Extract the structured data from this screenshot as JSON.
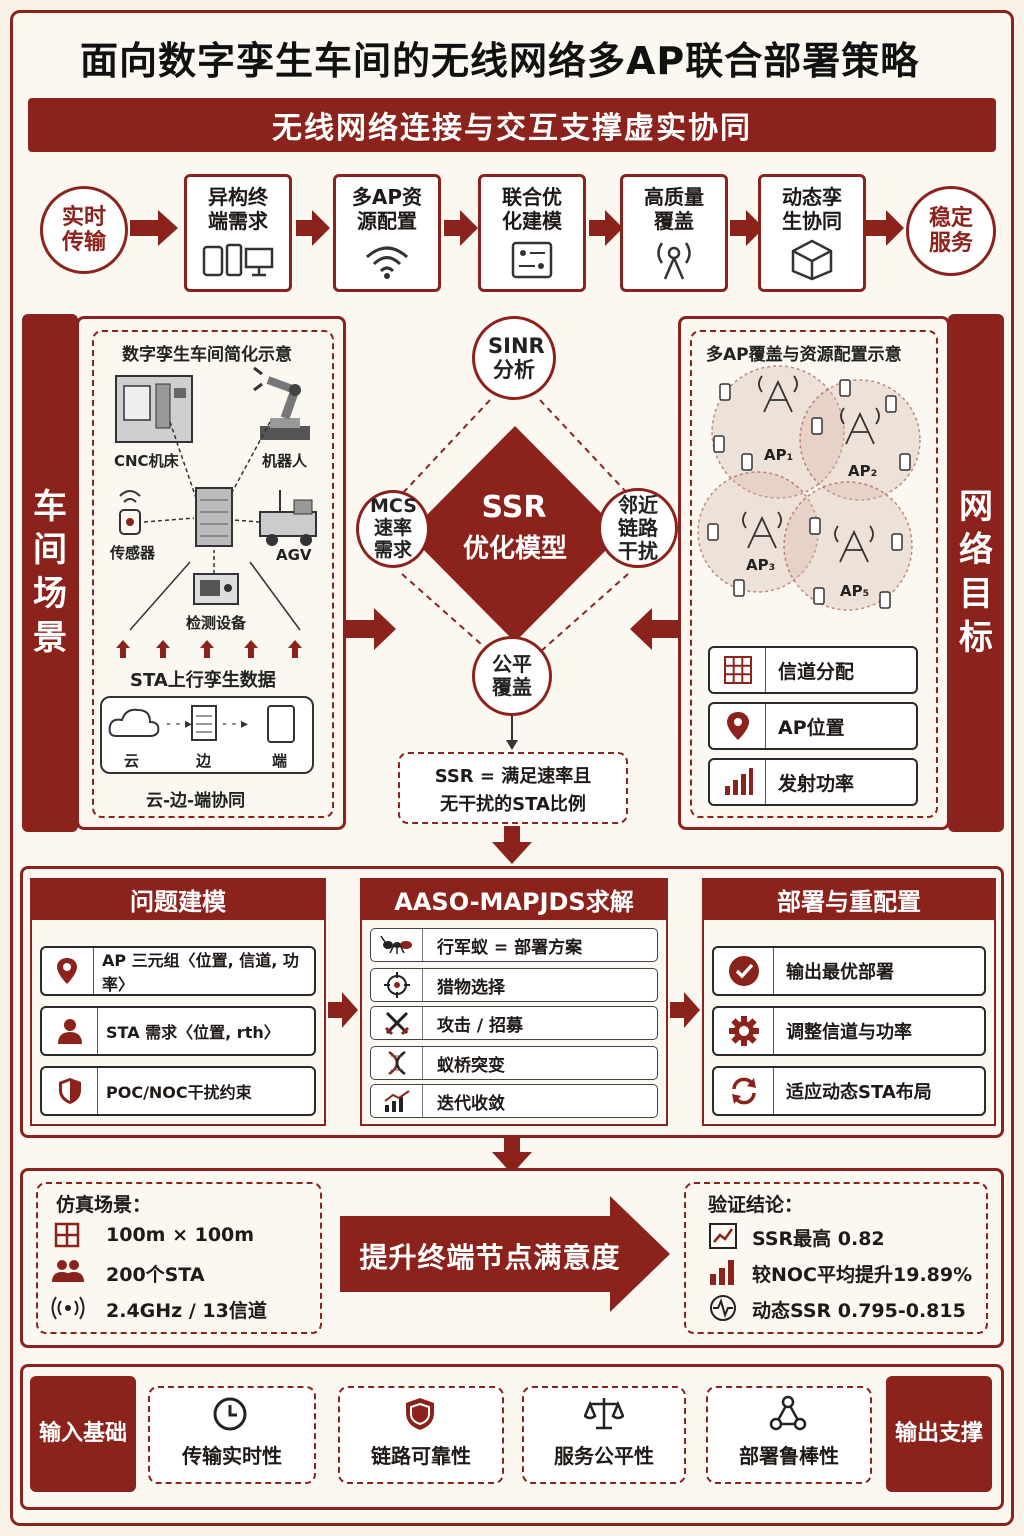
{
  "title": "面向数字孪生车间的无线网络多AP联合部署策略",
  "banner": "无线网络连接与交互支撑虚实协同",
  "flow": {
    "start": "实时传输",
    "steps": [
      "异构终端需求",
      "多AP资源配置",
      "联合优化建模",
      "高质量覆盖",
      "动态孪生协同"
    ],
    "end": "稳定服务"
  },
  "left": {
    "bar": "车间场景",
    "subtitle": "数字孪生车间简化示意",
    "cnc": "CNC机床",
    "robot": "机器人",
    "sensor": "传感器",
    "agv": "AGV",
    "detect": "检测设备",
    "sta_up": "STA上行孪生数据",
    "cloud": "云",
    "edge": "边",
    "end": "端",
    "ce": "云-边-端协同"
  },
  "center": {
    "top": "SINR分析",
    "left": "MCS速率需求",
    "right": "邻近链路干扰",
    "bottom": "公平覆盖",
    "core1": "SSR",
    "core2": "优化模型",
    "def1": "SSR = 满足速率且",
    "def2": "无干扰的STA比例"
  },
  "right": {
    "bar": "网络目标",
    "subtitle": "多AP覆盖与资源配置示意",
    "aps": [
      "AP₁",
      "AP₂",
      "AP₃",
      "AP₅"
    ],
    "items": [
      "信道分配",
      "AP位置",
      "发射功率"
    ]
  },
  "mid": {
    "h1": "问题建模",
    "h2": "AASO-MAPJDS求解",
    "h3": "部署与重配置",
    "m1": [
      "AP 三元组〈位置, 信道, 功率〉",
      "STA 需求〈位置, rth〉",
      "POC/NOC干扰约束"
    ],
    "m2": [
      "行军蚁 = 部署方案",
      "猎物选择",
      "攻击 / 招募",
      "蚁桥突变",
      "迭代收敛"
    ],
    "m3": [
      "输出最优部署",
      "调整信道与功率",
      "适应动态STA布局"
    ]
  },
  "sim": {
    "title": "仿真场景：",
    "rows": [
      "100m × 100m",
      "200个STA",
      "2.4GHz / 13信道"
    ],
    "arrow": "提升终端节点满意度",
    "ctitle": "验证结论：",
    "crows": [
      "SSR最高 0.82",
      "较NOC平均提升19.89%",
      "动态SSR 0.795-0.815"
    ]
  },
  "bottom": {
    "left": "输入基础",
    "right": "输出支撑",
    "items": [
      "传输实时性",
      "链路可靠性",
      "服务公平性",
      "部署鲁棒性"
    ]
  }
}
